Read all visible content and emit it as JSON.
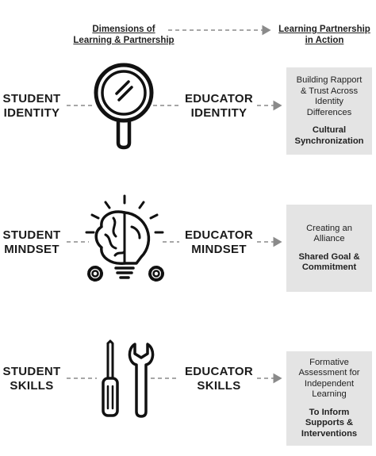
{
  "header": {
    "left": [
      "Dimensions of",
      "Learning & Partnership"
    ],
    "right": [
      "Learning Partnership",
      "in Action"
    ]
  },
  "rows": [
    {
      "icon": "mirror-icon",
      "student": [
        "STUDENT",
        "IDENTITY"
      ],
      "educator": [
        "EDUCATOR",
        "IDENTITY"
      ],
      "action": [
        "Building Rapport",
        "& Trust Across",
        "Identity",
        "Differences"
      ],
      "outcome": [
        "Cultural",
        "Synchronization"
      ]
    },
    {
      "icon": "brain-lightbulb-icon",
      "student": [
        "STUDENT",
        "MINDSET"
      ],
      "educator": [
        "EDUCATOR",
        "MINDSET"
      ],
      "action": [
        "Creating an",
        "Alliance"
      ],
      "outcome": [
        "Shared Goal &",
        "Commitment"
      ]
    },
    {
      "icon": "tools-icon",
      "student": [
        "STUDENT",
        "SKILLS"
      ],
      "educator": [
        "EDUCATOR",
        "SKILLS"
      ],
      "action": [
        "Formative",
        "Assessment for",
        "Independent",
        "Learning"
      ],
      "outcome": [
        "To Inform",
        "Supports &",
        "Interventions"
      ]
    }
  ],
  "colors": {
    "box_fill": "#e4e4e4",
    "arrow": "#8a8a8a",
    "icon": "#111111"
  }
}
